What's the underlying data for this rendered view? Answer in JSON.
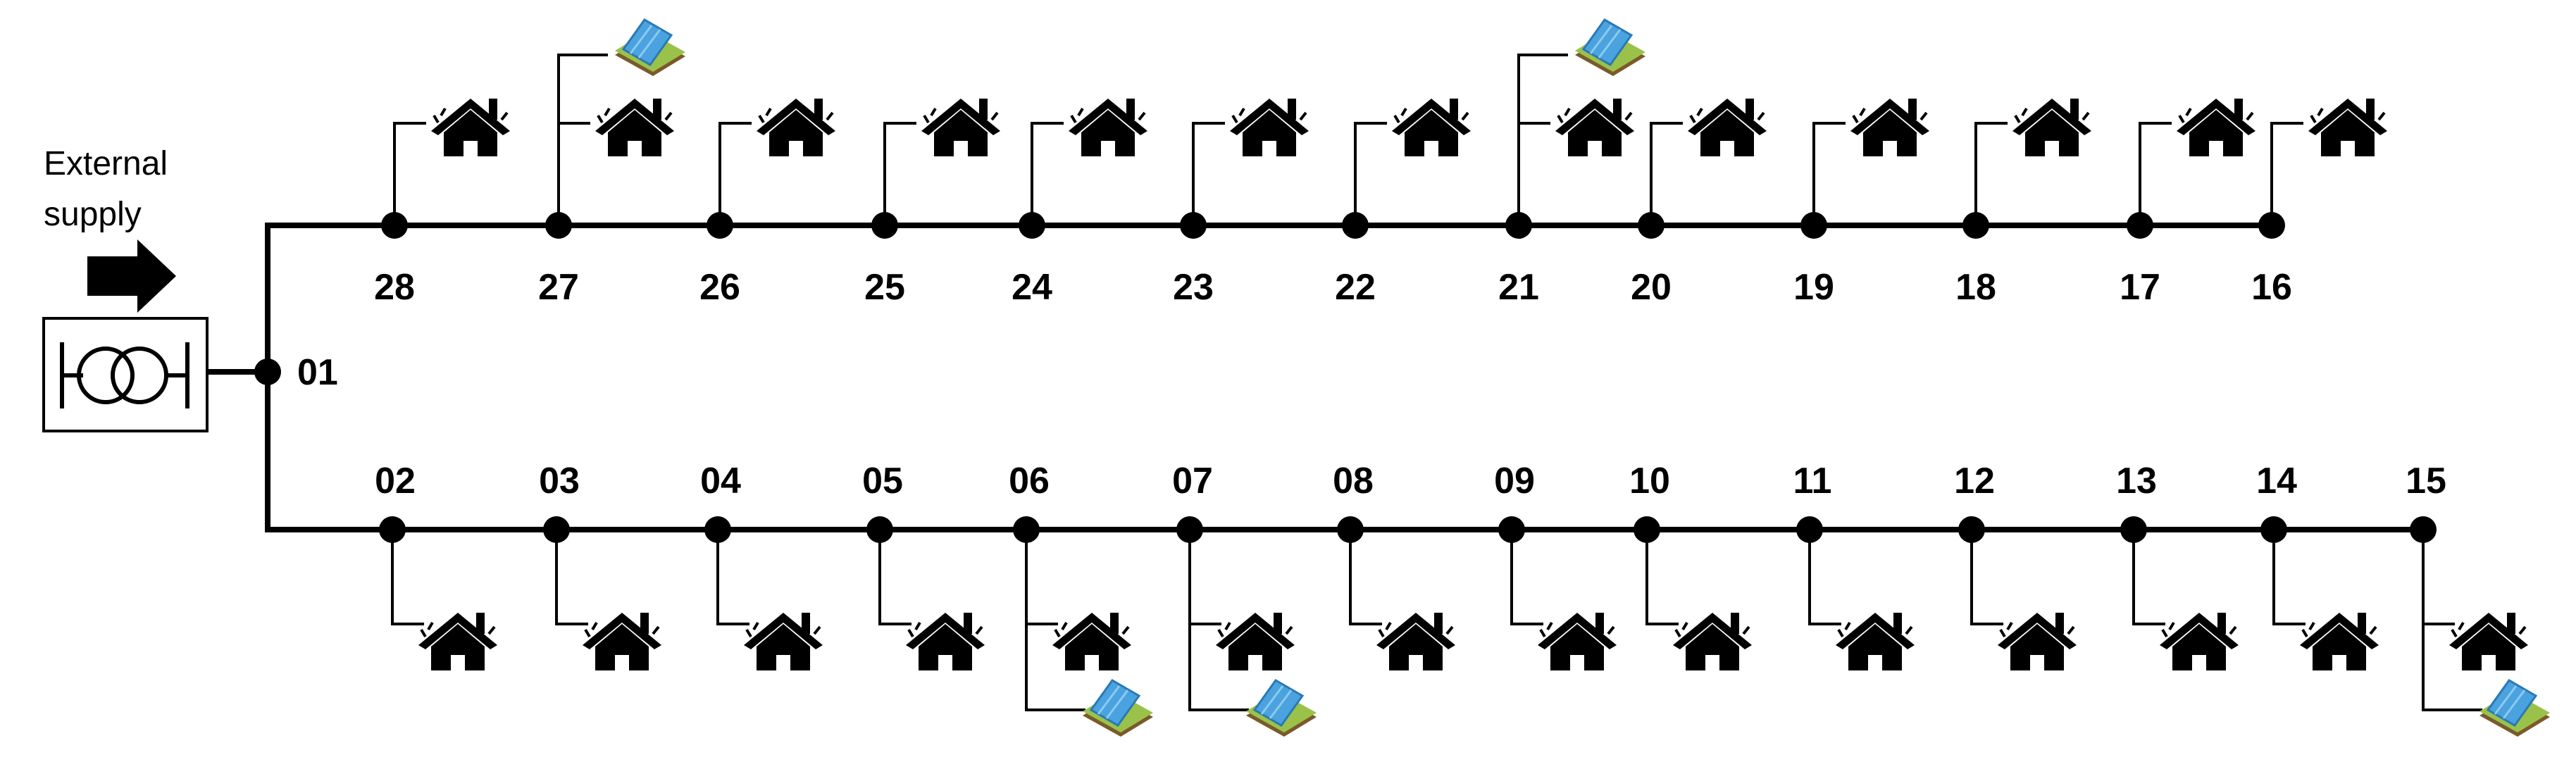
{
  "external_supply": {
    "label_line1": "External",
    "label_line2": "supply",
    "arrow_icon": "right-arrow-icon",
    "transformer_icon": "transformer-icon"
  },
  "root_node": {
    "id": "01"
  },
  "top_feeder": {
    "nodes": [
      {
        "id": "28",
        "loads": [
          "house"
        ]
      },
      {
        "id": "27",
        "loads": [
          "house",
          "pv"
        ]
      },
      {
        "id": "26",
        "loads": [
          "house"
        ]
      },
      {
        "id": "25",
        "loads": [
          "house"
        ]
      },
      {
        "id": "24",
        "loads": [
          "house"
        ]
      },
      {
        "id": "23",
        "loads": [
          "house"
        ]
      },
      {
        "id": "22",
        "loads": [
          "house"
        ]
      },
      {
        "id": "21",
        "loads": [
          "house",
          "pv"
        ]
      },
      {
        "id": "20",
        "loads": [
          "house"
        ]
      },
      {
        "id": "19",
        "loads": [
          "house"
        ]
      },
      {
        "id": "18",
        "loads": [
          "house"
        ]
      },
      {
        "id": "17",
        "loads": [
          "house"
        ]
      },
      {
        "id": "16",
        "loads": [
          "house"
        ]
      }
    ]
  },
  "bottom_feeder": {
    "nodes": [
      {
        "id": "02",
        "loads": [
          "house"
        ]
      },
      {
        "id": "03",
        "loads": [
          "house"
        ]
      },
      {
        "id": "04",
        "loads": [
          "house"
        ]
      },
      {
        "id": "05",
        "loads": [
          "house"
        ]
      },
      {
        "id": "06",
        "loads": [
          "house",
          "pv"
        ]
      },
      {
        "id": "07",
        "loads": [
          "house",
          "pv"
        ]
      },
      {
        "id": "08",
        "loads": [
          "house"
        ]
      },
      {
        "id": "09",
        "loads": [
          "house"
        ]
      },
      {
        "id": "10",
        "loads": [
          "house"
        ]
      },
      {
        "id": "11",
        "loads": [
          "house"
        ]
      },
      {
        "id": "12",
        "loads": [
          "house"
        ]
      },
      {
        "id": "13",
        "loads": [
          "house"
        ]
      },
      {
        "id": "14",
        "loads": [
          "house"
        ]
      },
      {
        "id": "15",
        "loads": [
          "house",
          "pv"
        ]
      }
    ]
  },
  "icons": {
    "house": "house-icon",
    "pv": "solar-panel-icon"
  },
  "colors": {
    "line": "#000000",
    "panel_blue": "#4aa3df",
    "panel_blue_dark": "#2b78b5",
    "grass": "#9ac24a",
    "soil": "#7a5a2a"
  }
}
